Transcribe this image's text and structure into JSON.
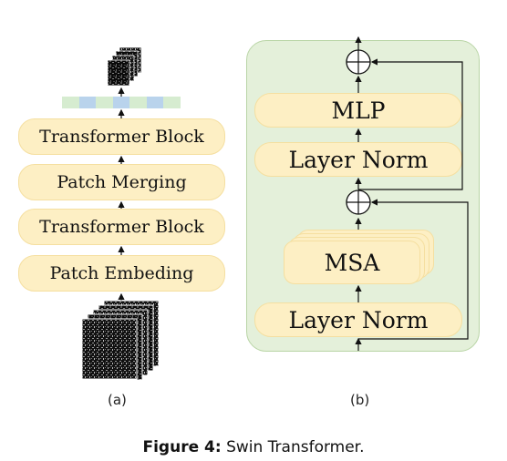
{
  "panel_a": {
    "blocks": [
      "Transformer Block",
      "Patch Merging",
      "Transformer Block",
      "Patch Embeding"
    ],
    "label": "(a)"
  },
  "panel_b": {
    "mlp": "MLP",
    "layer_norm_top": "Layer Norm",
    "msa": "MSA",
    "layer_norm_bottom": "Layer Norm",
    "label": "(b)"
  },
  "caption": {
    "prefix": "Figure 4:",
    "text": "Swin Transformer."
  },
  "colors": {
    "block_fill": "#fdefc4",
    "panel_fill": "#e4f0da",
    "token_green": "#d6ecd0",
    "token_blue": "#b9d3ec"
  }
}
